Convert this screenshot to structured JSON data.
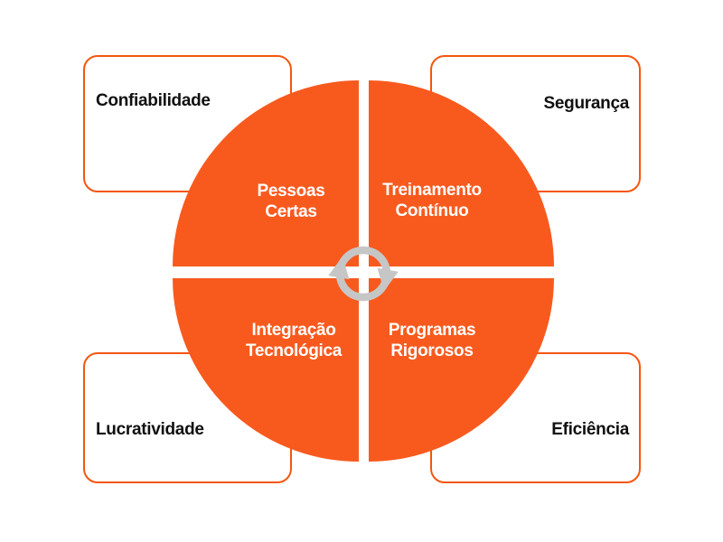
{
  "colors": {
    "orange": "#F85A1E",
    "card_border": "#F4560E",
    "icon_gray": "#C6C6C6",
    "text_dark": "#101010",
    "text_light": "#FFFFFF"
  },
  "cycle": {
    "icon": "cycle-arrows-icon",
    "quadrants": [
      {
        "position": "top-left",
        "line1": "Pessoas",
        "line2": "Certas"
      },
      {
        "position": "top-right",
        "line1": "Treinamento",
        "line2": "Contínuo"
      },
      {
        "position": "bottom-left",
        "line1": "Integração",
        "line2": "Tecnológica"
      },
      {
        "position": "bottom-right",
        "line1": "Programas",
        "line2": "Rigorosos"
      }
    ]
  },
  "cards": [
    {
      "position": "top-left",
      "label": "Confiabilidade"
    },
    {
      "position": "top-right",
      "label": "Segurança"
    },
    {
      "position": "bottom-left",
      "label": "Lucratividade"
    },
    {
      "position": "bottom-right",
      "label": "Eficiência"
    }
  ]
}
